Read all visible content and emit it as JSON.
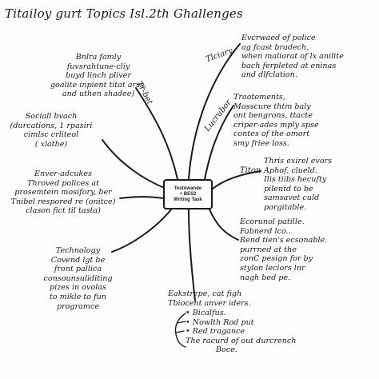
{
  "title": "Titailoy gurt Topics Isl.2th Ghallenges",
  "center": {
    "lines": [
      "Testowande",
      "+ BES2",
      "Writing Task"
    ]
  },
  "branches": {
    "top_left": {
      "label": "Tr-bet",
      "lines": [
        "Bnlra famly",
        "fuvsrahtune-cliy",
        "buyd linch pliver",
        "goalite inpient titat arss,",
        "and uthen shadee)"
      ]
    },
    "mid_left": {
      "lines": [
        "Sociall bvach",
        "(durcations, 1 rpasiri",
        "cimlsc crliteol",
        "( xlathe)"
      ]
    },
    "lower_left": {
      "lines": [
        "Enver-adcukes",
        "Throved polices at",
        "prosemtein mosifory, ber",
        "Tnibel respored re (onitce)",
        "clason fict til tasta)"
      ]
    },
    "bottom_left": {
      "lines": [
        "Technology",
        "Covend lgt be",
        "front pallica",
        "consounsuliditing",
        "pizes in ovolas",
        "to mikle to fun",
        "programce"
      ]
    },
    "top_right": {
      "label": "Tlciary",
      "lines": [
        "Evcrwaed of police",
        "ag fcast bradech,",
        "when maliorat of lx anilite",
        "bach ferpleted at eninas",
        "and dlfclation."
      ]
    },
    "upper_right": {
      "label": "Lucrubor",
      "lines": [
        "Traotoments,",
        "Mosscure thtm baly",
        "ont bengrons, ttacte",
        "criper-ades mply spse",
        "contes of the omort",
        "smy friee loss."
      ]
    },
    "mid_right": {
      "label": "Titon",
      "lines": [
        "Thris exirel evors",
        "Aphof, clueld.",
        "Ilis tiibs hecufty",
        "pilentd to be",
        "samsavet culd",
        "porgitable."
      ]
    },
    "lower_right": {
      "lines": [
        "Ecorunol patille.",
        "Fabnerd lco..",
        "Rend tien's ecsonable.",
        "purrned at the",
        "zonC pesign for by",
        "stylon leciors lnr",
        "nagh bed pe."
      ]
    },
    "bottom": {
      "lines": [
        "Eakstrepe, cat figh",
        "Tbiocent anver iders."
      ],
      "subitems": [
        "• Bicalfus.",
        "• Nowlth Rod put",
        "• Red tragance",
        "The racurd of out durcrench",
        "Boce."
      ]
    }
  }
}
